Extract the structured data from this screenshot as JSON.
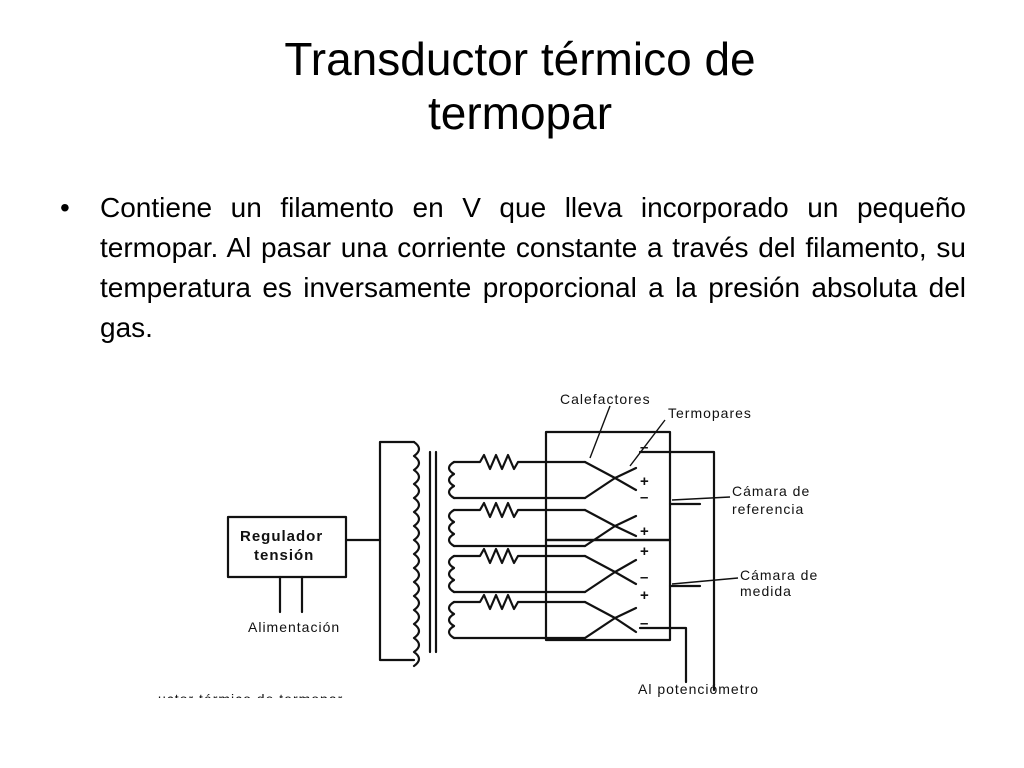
{
  "slide": {
    "title_line1": "Transductor térmico de",
    "title_line2": "termopar",
    "bullet_symbol": "•",
    "bullet_text": "Contiene un filamento en V  que lleva incorporado un pequeño termopar. Al pasar una corriente constante a través del filamento, su temperatura es inversamente proporcional a la presión absoluta del gas."
  },
  "diagram": {
    "box_label_line1": "Regulador",
    "box_label_line2": "tensión",
    "supply_label": "Alimentación",
    "heaters_label": "Calefactores",
    "thermocouples_label": "Termopares",
    "ref_chamber_line1": "Cámara de",
    "ref_chamber_line2": "referencia",
    "meas_chamber_line1": "Cámara de",
    "meas_chamber_line2": "medida",
    "potentiometer_label": "Al potenciómetro",
    "caption_fragment": "uctor  térmico  de  termopar",
    "polarity": {
      "minus": "–",
      "plus": "+"
    }
  }
}
